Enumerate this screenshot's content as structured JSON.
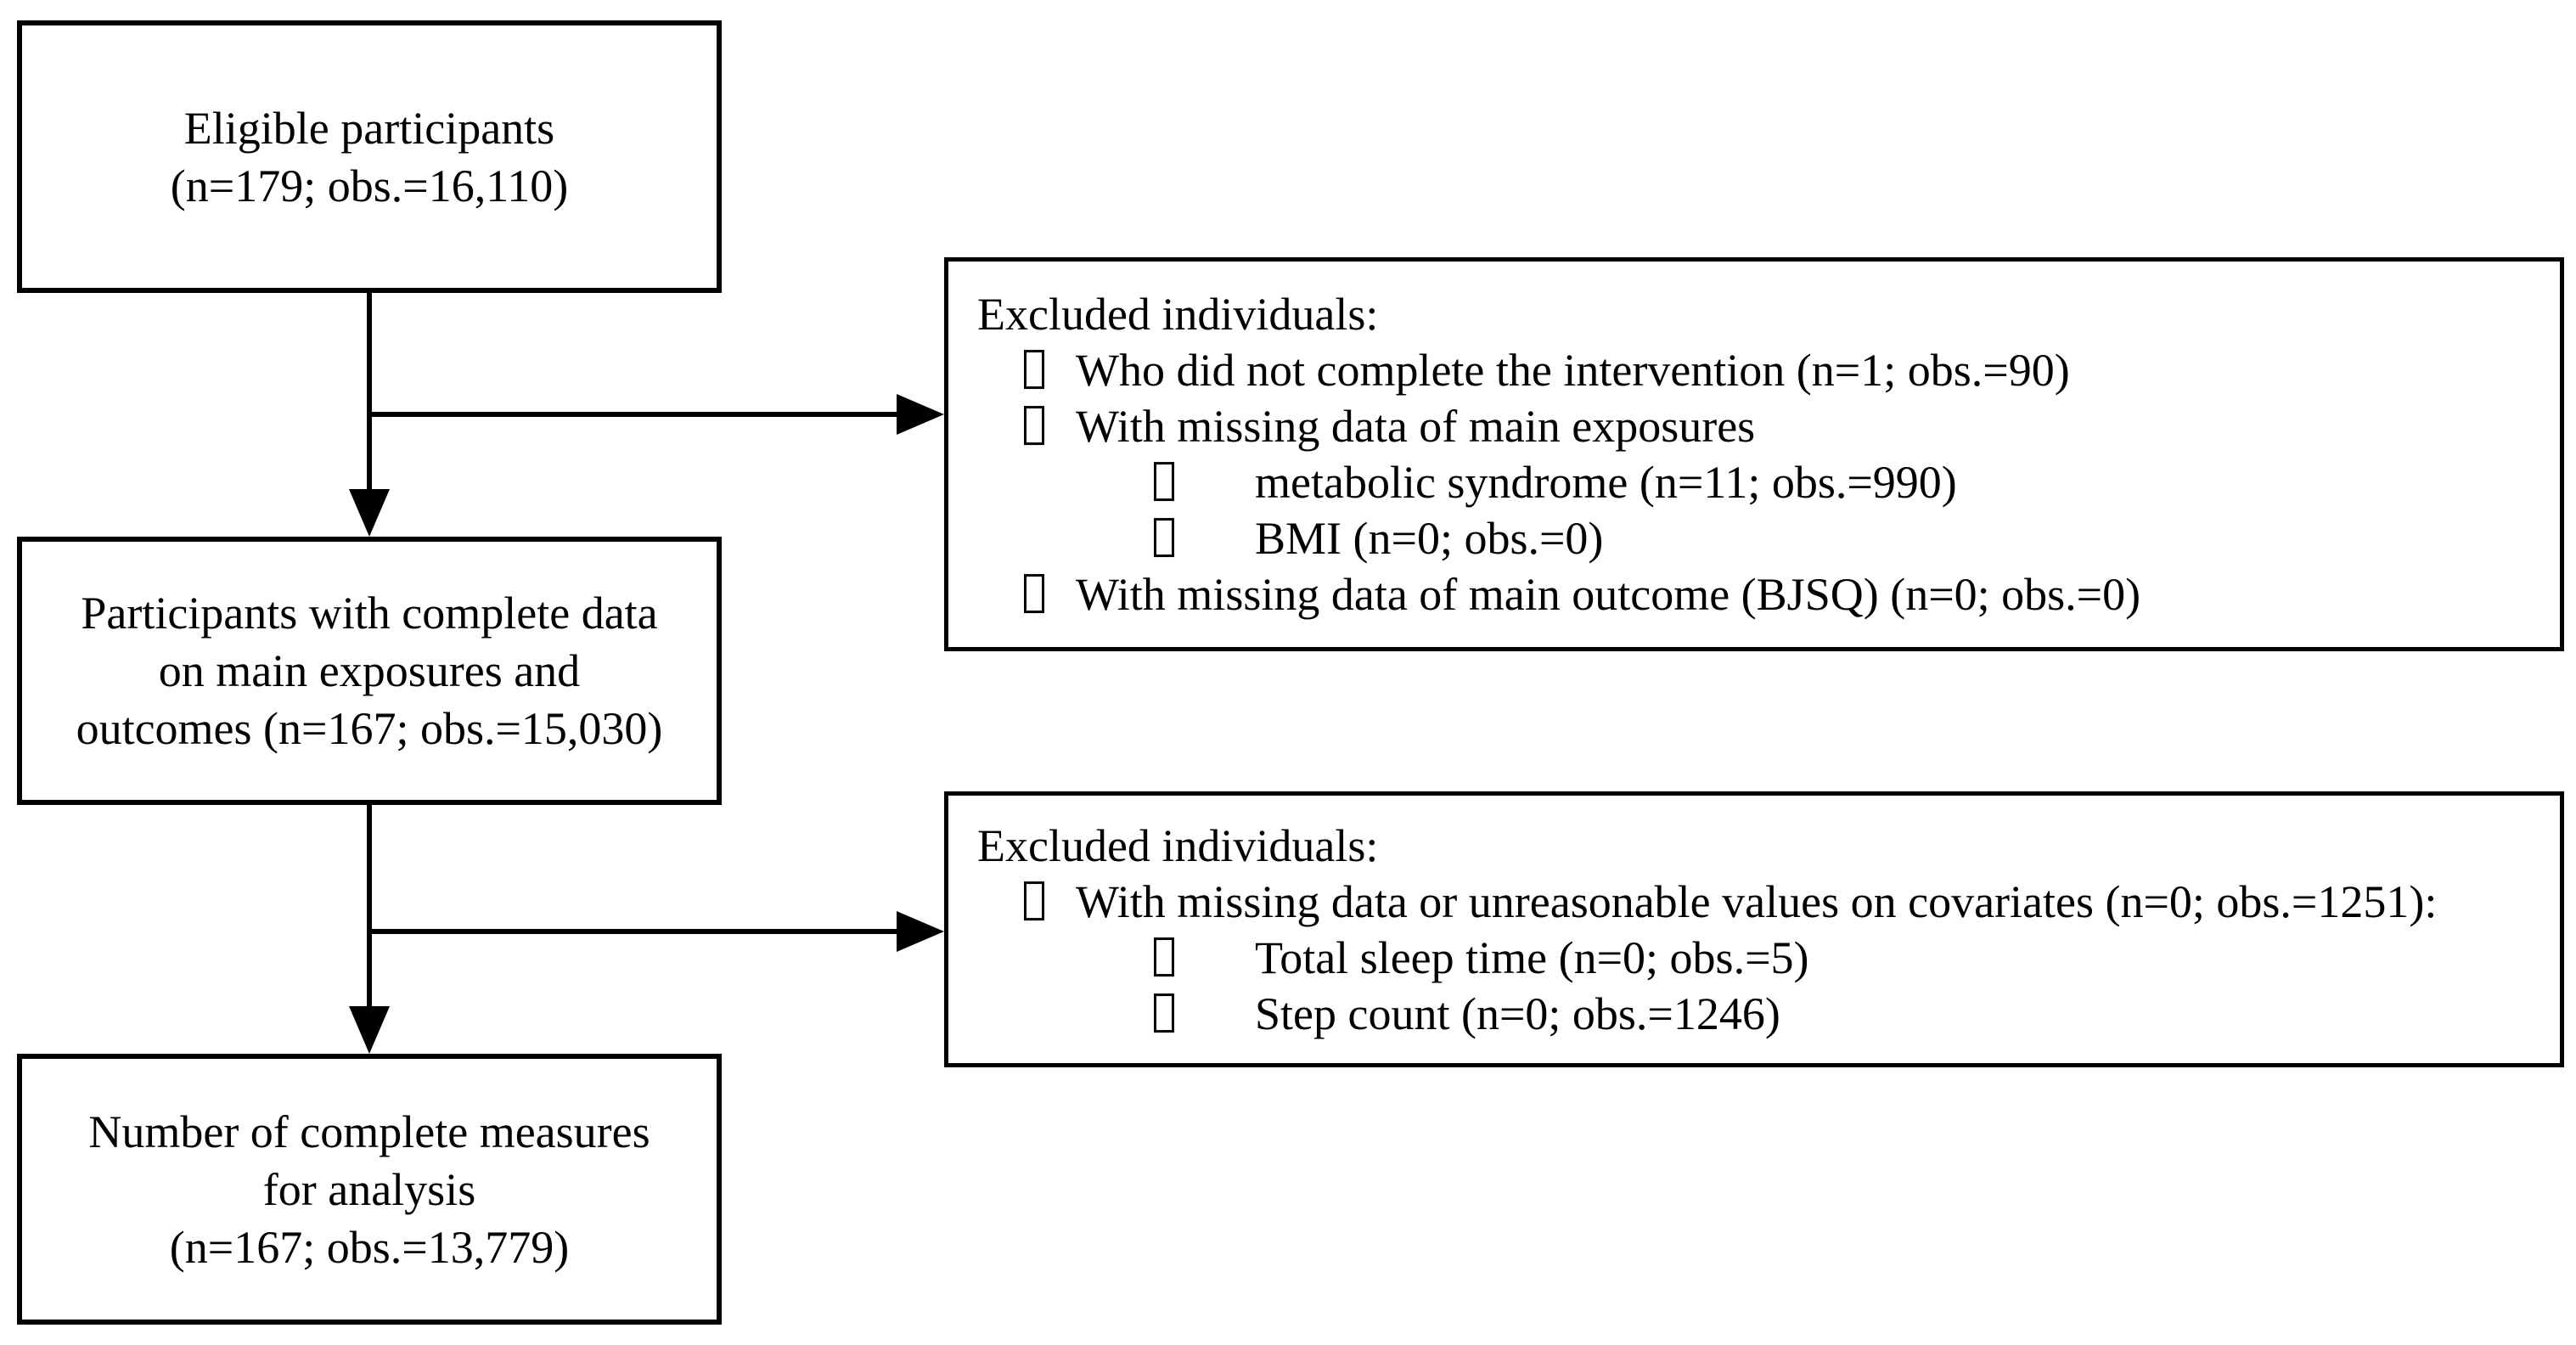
{
  "diagram": {
    "kind": "participant-flow-diagram",
    "colors": {
      "ink": "#000000",
      "paper": "#ffffff"
    },
    "icons": {
      "bullet": "empty-box-bullet"
    }
  },
  "left_boxes": [
    {
      "id": "eligible-participants",
      "lines": [
        "Eligible participants",
        "(n=179; obs.=16,110)"
      ]
    },
    {
      "id": "complete-data-participants",
      "lines": [
        "Participants with complete data",
        "on main exposures and",
        "outcomes (n=167; obs.=15,030)"
      ]
    },
    {
      "id": "complete-measures-analysis",
      "lines": [
        "Number of complete measures",
        "for analysis",
        "(n=167; obs.=13,779)"
      ]
    }
  ],
  "right_boxes": [
    {
      "id": "excluded-individuals-1",
      "title": "Excluded individuals:",
      "items": [
        {
          "level": 1,
          "text": "Who did not complete the intervention (n=1; obs.=90)"
        },
        {
          "level": 1,
          "text": "With missing data of main exposures"
        },
        {
          "level": 2,
          "text": "metabolic syndrome (n=11; obs.=990)"
        },
        {
          "level": 2,
          "text": "BMI (n=0; obs.=0)"
        },
        {
          "level": 1,
          "text": "With missing data of main outcome (BJSQ) (n=0; obs.=0)"
        }
      ]
    },
    {
      "id": "excluded-individuals-2",
      "title": "Excluded individuals:",
      "items": [
        {
          "level": 1,
          "text": "With missing data or unreasonable values on covariates (n=0; obs.=1251):"
        },
        {
          "level": 2,
          "text": "Total sleep time (n=0; obs.=5)"
        },
        {
          "level": 2,
          "text": "Step count (n=0; obs.=1246)"
        }
      ]
    }
  ]
}
